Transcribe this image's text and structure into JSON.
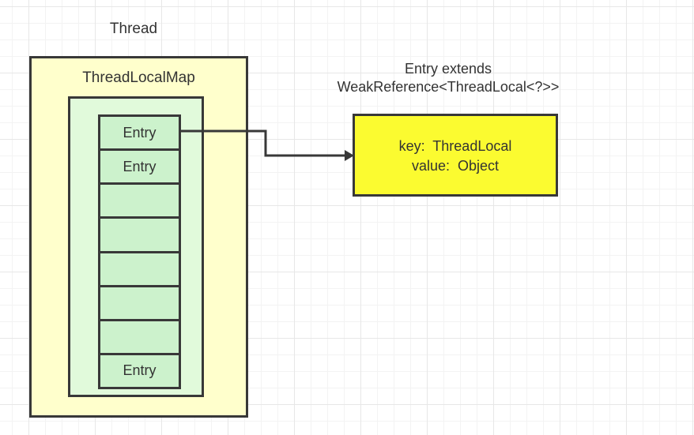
{
  "colors": {
    "canvas-bg": "#ffffff",
    "grid-minor": "#f3f3f3",
    "grid-major": "#e7e7e7",
    "stroke": "#383838",
    "text": "#333333",
    "thread-box-fill": "#ffffcc",
    "map-box-fill": "#e1fadb",
    "entry-cell-fill": "#ccf2cc",
    "entry-detail-fill": "#fbfb30"
  },
  "diagram": {
    "thread_label": "Thread",
    "map_title": "ThreadLocalMap",
    "slots": [
      {
        "label": "Entry"
      },
      {
        "label": "Entry"
      },
      {
        "label": ""
      },
      {
        "label": ""
      },
      {
        "label": ""
      },
      {
        "label": ""
      },
      {
        "label": ""
      },
      {
        "label": "Entry"
      }
    ],
    "entry_heading_line1": "Entry extends",
    "entry_heading_line2": "WeakReference<ThreadLocal<?>>",
    "entry_detail": {
      "key_line": "key:  ThreadLocal",
      "value_line": "value:  Object"
    }
  }
}
